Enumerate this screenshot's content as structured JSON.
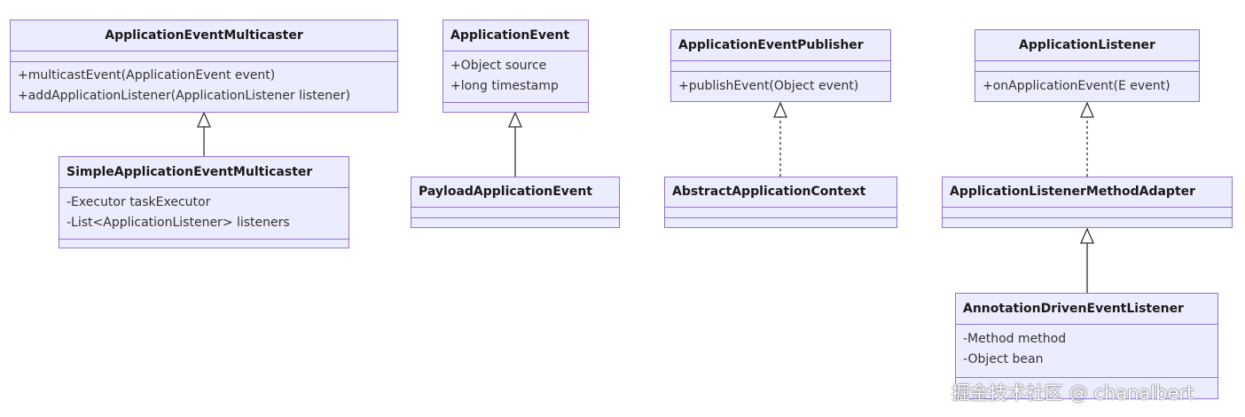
{
  "classes": {
    "multicaster": {
      "name": "ApplicationEventMulticaster",
      "attributes": [],
      "methods": [
        "+multicastEvent(ApplicationEvent event)",
        "+addApplicationListener(ApplicationListener listener)"
      ]
    },
    "simple_multicaster": {
      "name": "SimpleApplicationEventMulticaster",
      "attributes": [
        "-Executor taskExecutor",
        "-List<ApplicationListener> listeners"
      ],
      "methods": []
    },
    "event": {
      "name": "ApplicationEvent",
      "attributes": [
        "+Object source",
        "+long timestamp"
      ],
      "methods": []
    },
    "payload_event": {
      "name": "PayloadApplicationEvent",
      "attributes": [],
      "methods": []
    },
    "publisher": {
      "name": "ApplicationEventPublisher",
      "attributes": [],
      "methods": [
        "+publishEvent(Object event)"
      ]
    },
    "abstract_context": {
      "name": "AbstractApplicationContext",
      "attributes": [],
      "methods": []
    },
    "listener": {
      "name": "ApplicationListener",
      "attributes": [],
      "methods": [
        "+onApplicationEvent(E event)"
      ]
    },
    "method_adapter": {
      "name": "ApplicationListenerMethodAdapter",
      "attributes": [],
      "methods": []
    },
    "annotation_listener": {
      "name": "AnnotationDrivenEventListener",
      "attributes": [
        "-Method method",
        "-Object bean"
      ],
      "methods": []
    }
  },
  "relations": [
    {
      "from": "simple_multicaster",
      "to": "multicaster",
      "kind": "inheritance",
      "style": "solid"
    },
    {
      "from": "payload_event",
      "to": "event",
      "kind": "inheritance",
      "style": "solid"
    },
    {
      "from": "abstract_context",
      "to": "publisher",
      "kind": "realization",
      "style": "dashed"
    },
    {
      "from": "method_adapter",
      "to": "listener",
      "kind": "realization",
      "style": "dashed"
    },
    {
      "from": "annotation_listener",
      "to": "method_adapter",
      "kind": "inheritance",
      "style": "solid"
    }
  ],
  "watermark": "掘金技术社区 @ chanalbert",
  "colors": {
    "fill": "#ececff",
    "stroke": "#9370db",
    "edge": "#333333"
  }
}
